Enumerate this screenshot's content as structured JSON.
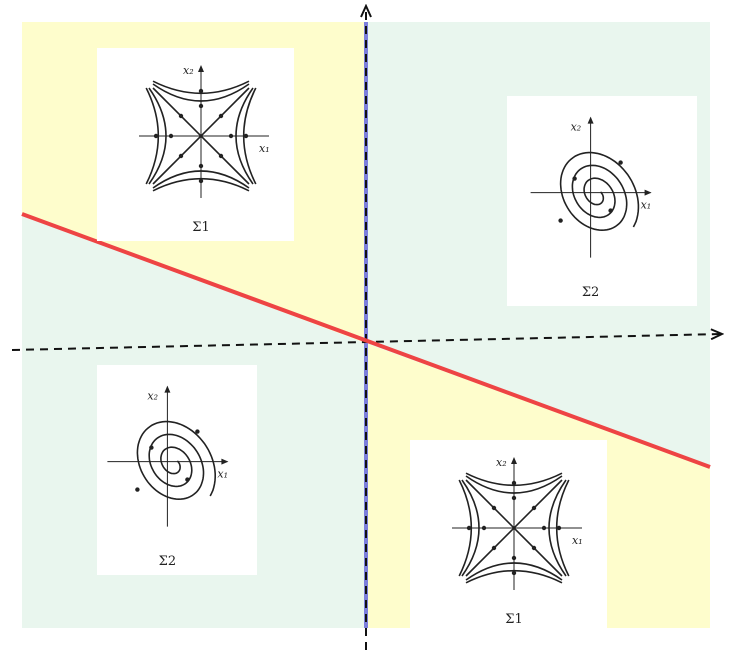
{
  "colors": {
    "region_a": "#fefdcc",
    "region_b": "#e9f6ee",
    "switching_line": "#ee4444",
    "vertical_line": "#7d7fdc",
    "axis": "#111111"
  },
  "panels": [
    {
      "kind": "saddle",
      "label": "Σ1",
      "x1": "x1",
      "x2": "x2",
      "x1_label": "x₁",
      "x2_label": "x₂"
    },
    {
      "kind": "spiral",
      "label": "Σ2",
      "x1_label": "x₁",
      "x2_label": "x₂"
    },
    {
      "kind": "spiral",
      "label": "Σ2",
      "x1_label": "x₁",
      "x2_label": "x₂"
    },
    {
      "kind": "saddle",
      "label": "Σ1",
      "x1_label": "x₁",
      "x2_label": "x₂"
    }
  ]
}
